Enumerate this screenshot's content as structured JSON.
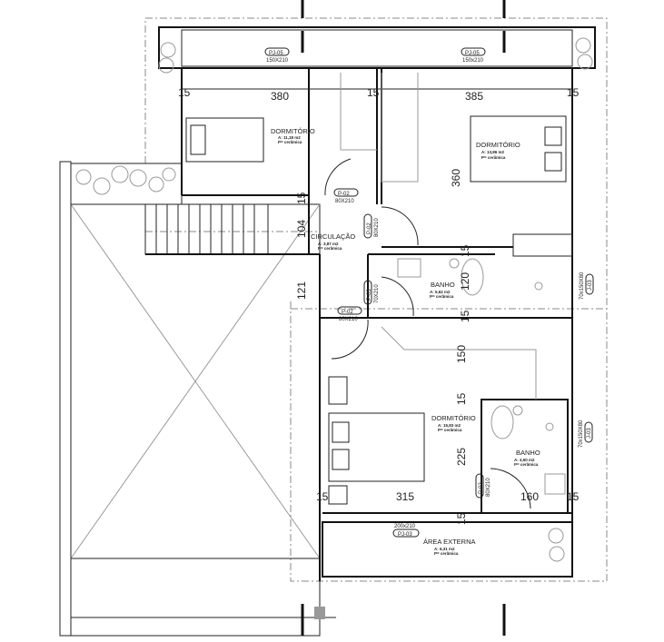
{
  "plan": {
    "rooms": [
      {
        "name": "DORMITÓRIO",
        "area": "A: 11,18 m2",
        "floor": "P= cerâmica"
      },
      {
        "name": "DORMITÓRIO",
        "area": "A: 13,86 m2",
        "floor": "P= cerâmica"
      },
      {
        "name": "CIRCULAÇÃO",
        "area": "A: 3,87 m2",
        "floor": "P= cerâmica"
      },
      {
        "name": "BANHO",
        "area": "A: 5,62 m2",
        "floor": "P= cerâmica"
      },
      {
        "name": "DORMITÓRIO",
        "area": "A: 15,83 m2",
        "floor": "P= cerâmica"
      },
      {
        "name": "BANHO",
        "area": "A: 4,50 m2",
        "floor": "P= cerâmica"
      },
      {
        "name": "ÁREA EXTERNA",
        "area": "A: 6,31 m2",
        "floor": "P= cerâmica"
      }
    ],
    "openings": [
      {
        "tag": "PJ-05",
        "size": "150X210"
      },
      {
        "tag": "PJ-05",
        "size": "150x210"
      },
      {
        "tag": "P-02",
        "size": "80X210"
      },
      {
        "tag": "P-02",
        "size": "80X210"
      },
      {
        "tag": "P-03",
        "size": "70X210"
      },
      {
        "tag": "P-02",
        "size": "80X210"
      },
      {
        "tag": "J-03",
        "size": "70x150X80"
      },
      {
        "tag": "J-03",
        "size": "70x150X80"
      },
      {
        "tag": "P-02",
        "size": "80X210"
      },
      {
        "tag": "PJ-03",
        "size": "200x210"
      }
    ],
    "dimensions": [
      "380",
      "15",
      "385",
      "15",
      "15",
      "360",
      "15",
      "104",
      "121",
      "15",
      "120",
      "15",
      "150",
      "15",
      "225",
      "315",
      "160",
      "15",
      "15",
      "15"
    ]
  }
}
